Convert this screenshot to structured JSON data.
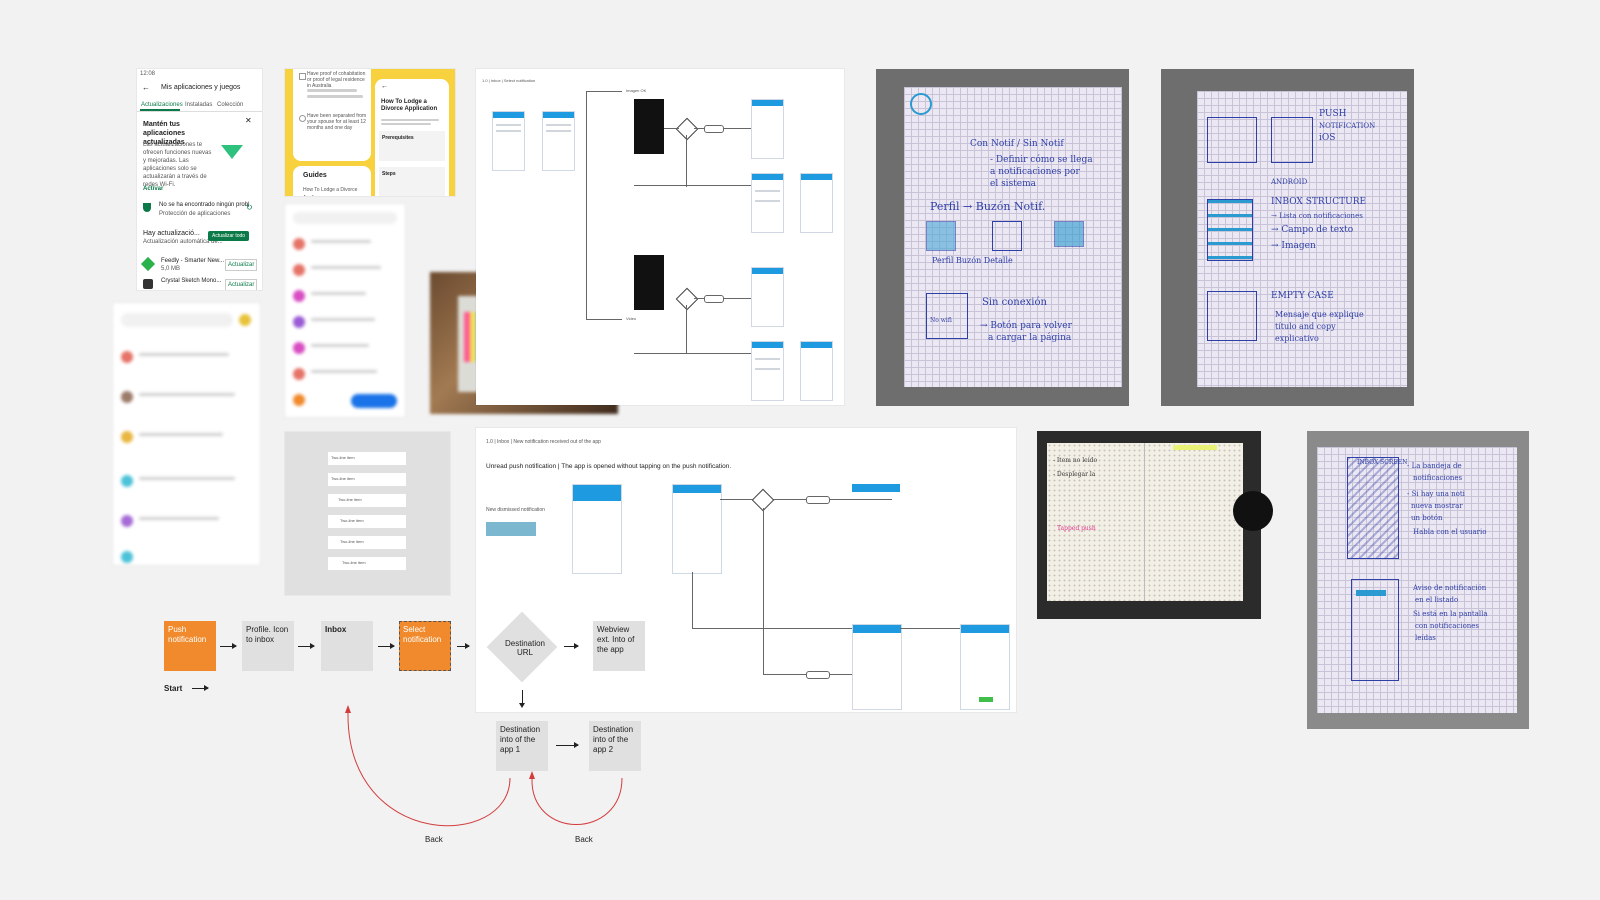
{
  "play_store": {
    "time": "12:08",
    "title": "Mis aplicaciones y juegos",
    "tabs": [
      "Actualizaciones",
      "Instaladas",
      "Colección"
    ],
    "card_title": "Mantén tus aplicaciones actualizadas",
    "card_body": "Las actualizaciones te ofrecen funciones nuevas y mejoradas. Las aplicaciones solo se actualizarán a través de redes Wi-Fi.",
    "card_action": "Activar",
    "protect_title": "No se ha encontrado ningún probl.",
    "protect_sub": "Protección de aplicaciones",
    "updates_title": "Hay actualizació...",
    "updates_sub": "Actualización automática de...",
    "update_all": "Actualizar todo",
    "apps": [
      {
        "name": "Feedly - Smarter New...",
        "size": "5,0 MB",
        "action": "Actualizar"
      },
      {
        "name": "Crystal Sketch Mono...",
        "size": "",
        "action": "Actualizar"
      }
    ]
  },
  "guide_app": {
    "left_text": "Have proof of cohabitation or proof of legal residence in Australia",
    "left_text2": "Have been separated from your spouse for at least 12 months and one day",
    "guides_label": "Guides",
    "guide_item": "How To Lodge a Divorce Applic...",
    "right_title": "How To Lodge a Divorce Application",
    "prereq": "Prerequisites",
    "steps": "Steps"
  },
  "flow_top": {
    "title": "1.0 | Inbox | Select notification",
    "label_yes": "Imagen OK",
    "label_no": "Video"
  },
  "flow_main": {
    "breadcrumb": "1.0 | Inbox | New notification received out of the app",
    "heading": "Unread push notification | The app is opened without tapping on the push notification.",
    "side_label": "New dismissed notification"
  },
  "wire_list": {
    "items": [
      "Two-line item",
      "Two-line item",
      "Two-line item",
      "Two-line item",
      "Two-line item",
      "Two-line item"
    ]
  },
  "flow_nodes": {
    "push": "Push notification",
    "profile": "Profile. Icon to inbox",
    "inbox": "Inbox",
    "select": "Select notification",
    "destination": "Destination URL",
    "webview": "Webview ext. Into of the app",
    "dest1": "Destination into of the app 1",
    "dest2": "Destination into of the app 2",
    "start": "Start",
    "back1": "Back",
    "back2": "Back"
  },
  "sketch1": {
    "l1": "Con Notif / Sin Notif",
    "l2": "- Definir cómo se llega",
    "l3": "a notificaciones por",
    "l4": "el sistema",
    "l5": "Perfil → Buzón Notif.",
    "l6": "Perfil   Buzón   Detalle",
    "l7": "Sin conexión",
    "l8": "→ Botón para volver",
    "l9": "a cargar la página",
    "l10": "No wifi"
  },
  "sketch2": {
    "l1": "PUSH",
    "l2": "NOTIFICATION",
    "l3": "iOS",
    "l4": "INBOX STRUCTURE",
    "l5": "→ Lista con notificaciones",
    "l6": "→ Campo de texto",
    "l7": "→ Imagen",
    "l8": "EMPTY CASE",
    "l9": "Mensaje que explique",
    "l10": "título and copy",
    "l11": "explicativo",
    "l12": "ANDROID"
  },
  "sketch3": {
    "l1": "Tapped push",
    "l2": "- Item no leído",
    "l3": "- Desplegar la"
  },
  "sketch4": {
    "l1": "INBOX SCREEN",
    "l2": "- La bandeja de",
    "l3": "notificaciones",
    "l4": "- Si hay una noti",
    "l5": "nueva mostrar",
    "l6": "un botón",
    "l7": "Habla con el usuario",
    "l8": "Aviso de notificación",
    "l9": "en el listado",
    "l10": "Si está en la pantalla",
    "l11": "con notificaciones",
    "l12": "leídas"
  },
  "colors": {
    "orange": "#f08a2c",
    "grey_node": "#e0e0e0",
    "flow_blue": "#1e9be0",
    "ink": "#2e3fa8",
    "back_arrow": "#d33c3c",
    "play_green": "#0b7a48"
  }
}
